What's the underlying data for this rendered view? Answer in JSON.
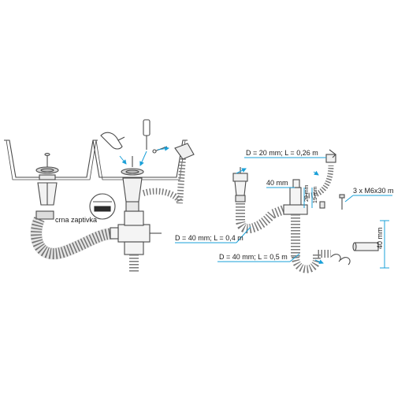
{
  "labels": {
    "seal": "crna zaptivka",
    "d20": "D = 20 mm; L = 0,26 m",
    "d40": "40 mm",
    "d40_l04": "D = 40 mm; L = 0,4 m",
    "d40_l05": "D = 40 mm; L = 0,5 m",
    "screws": "3 x M6x30 mm",
    "dim_20": "20 mm",
    "dim_19": "19 mm",
    "dim_40v": "40 mm"
  },
  "colors": {
    "line": "#4a4a4a",
    "hose_fill": "#e6e6e6",
    "dim_cyan": "#1aa0d8",
    "dark_seal": "#2b2b2b"
  }
}
